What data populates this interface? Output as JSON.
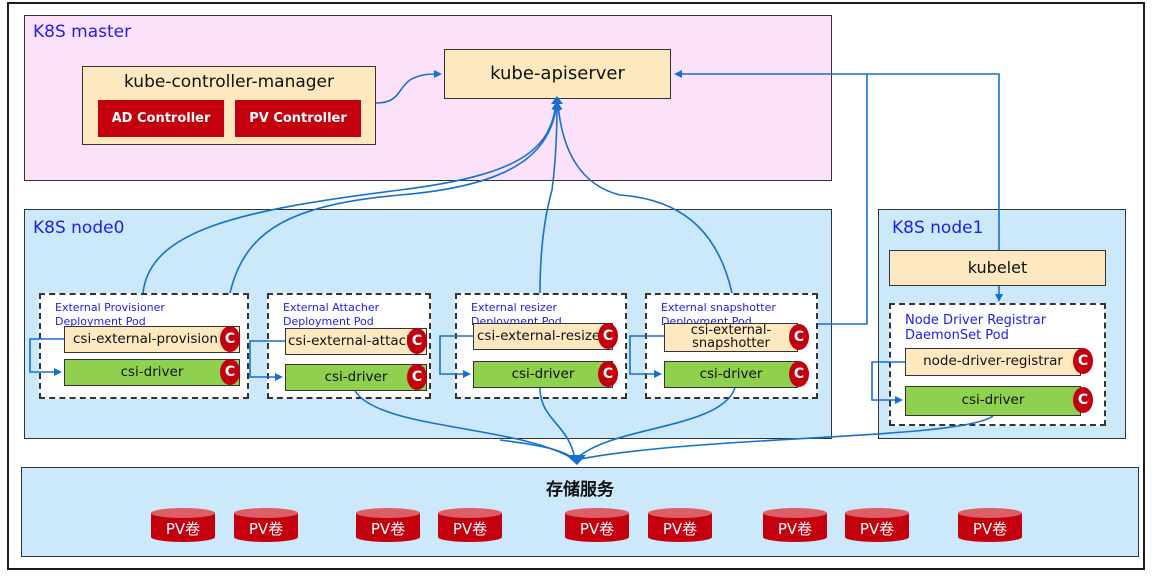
{
  "master": {
    "title": "K8S master",
    "controller_manager": {
      "title": "kube-controller-manager",
      "controllers": [
        "AD Controller",
        "PV Controller"
      ]
    },
    "apiserver": "kube-apiserver"
  },
  "node0": {
    "title": "K8S node0",
    "pods": [
      {
        "label_line1": "External Provisioner",
        "label_line2": "Deployment Pod",
        "sidecar": "csi-external-provision",
        "driver": "csi-driver"
      },
      {
        "label_line1": "External Attacher",
        "label_line2": "Deployment Pod",
        "sidecar": "csi-external-attach",
        "driver": "csi-driver"
      },
      {
        "label_line1": "External resizer",
        "label_line2": "Deployment Pod",
        "sidecar": "csi-external-resize",
        "driver": "csi-driver"
      },
      {
        "label_line1": "External snapshotter",
        "label_line2": "Deployment Pod",
        "sidecar_line1": "csi-external-",
        "sidecar_line2": "snapshotter",
        "driver": "csi-driver"
      }
    ]
  },
  "node1": {
    "title": "K8S node1",
    "kubelet": "kubelet",
    "pod": {
      "label_line1": "Node Driver Registrar",
      "label_line2": "DaemonSet Pod",
      "sidecar": "node-driver-registrar",
      "driver": "csi-driver"
    }
  },
  "storage": {
    "title": "存储服务",
    "volumes": [
      "PV卷",
      "PV卷",
      "PV卷",
      "PV卷",
      "PV卷",
      "PV卷",
      "PV卷",
      "PV卷",
      "PV卷"
    ]
  },
  "container_badge": "C",
  "icons": {
    "container_badge": "container-c-icon",
    "volume": "cylinder-icon"
  },
  "colors": {
    "accent_blue": "#1570d0",
    "controller_red": "#c4000e",
    "driver_green": "#8fd14f",
    "sidecar_beige": "#fde8c0",
    "master_pink": "#fce1fb",
    "node_blue": "#cce8fb",
    "label_blue": "#1d1df0"
  }
}
